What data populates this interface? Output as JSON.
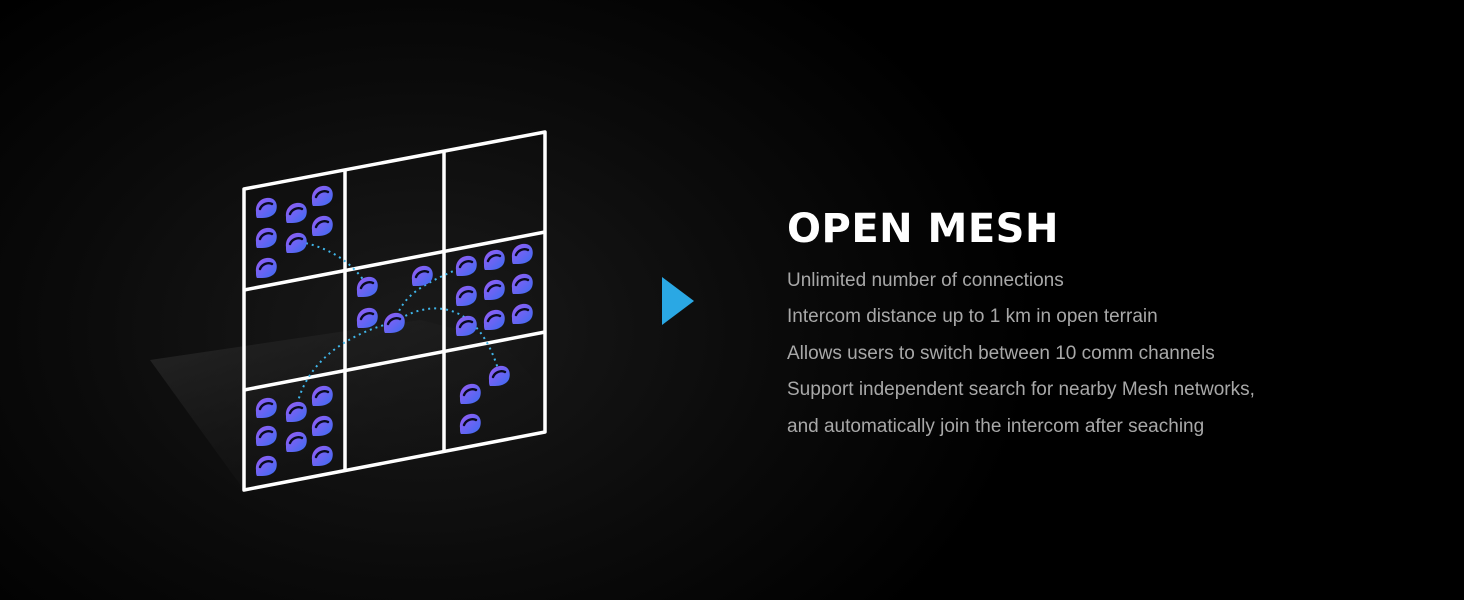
{
  "heading": {
    "title": "OPEN MESH"
  },
  "features": [
    "Unlimited number of connections",
    "Intercom distance up to 1 km in open terrain",
    "Allows users to switch between 10 comm channels",
    "Support independent search for nearby Mesh networks,",
    "and automatically join the intercom after seaching"
  ],
  "illustration": {
    "grid_rows": 3,
    "grid_cols": 3,
    "icon": "helmet-icon",
    "grid_color": "#ffffff",
    "link_color": "#3fb6ea",
    "helmet_colors": [
      "#8b5cf6",
      "#3b6cf0"
    ]
  },
  "arrow": {
    "icon": "play-arrow-icon",
    "color": "#2aa8e4"
  },
  "colors": {
    "background": "#000000",
    "title": "#ffffff",
    "body_text": "#a8a8a8"
  }
}
